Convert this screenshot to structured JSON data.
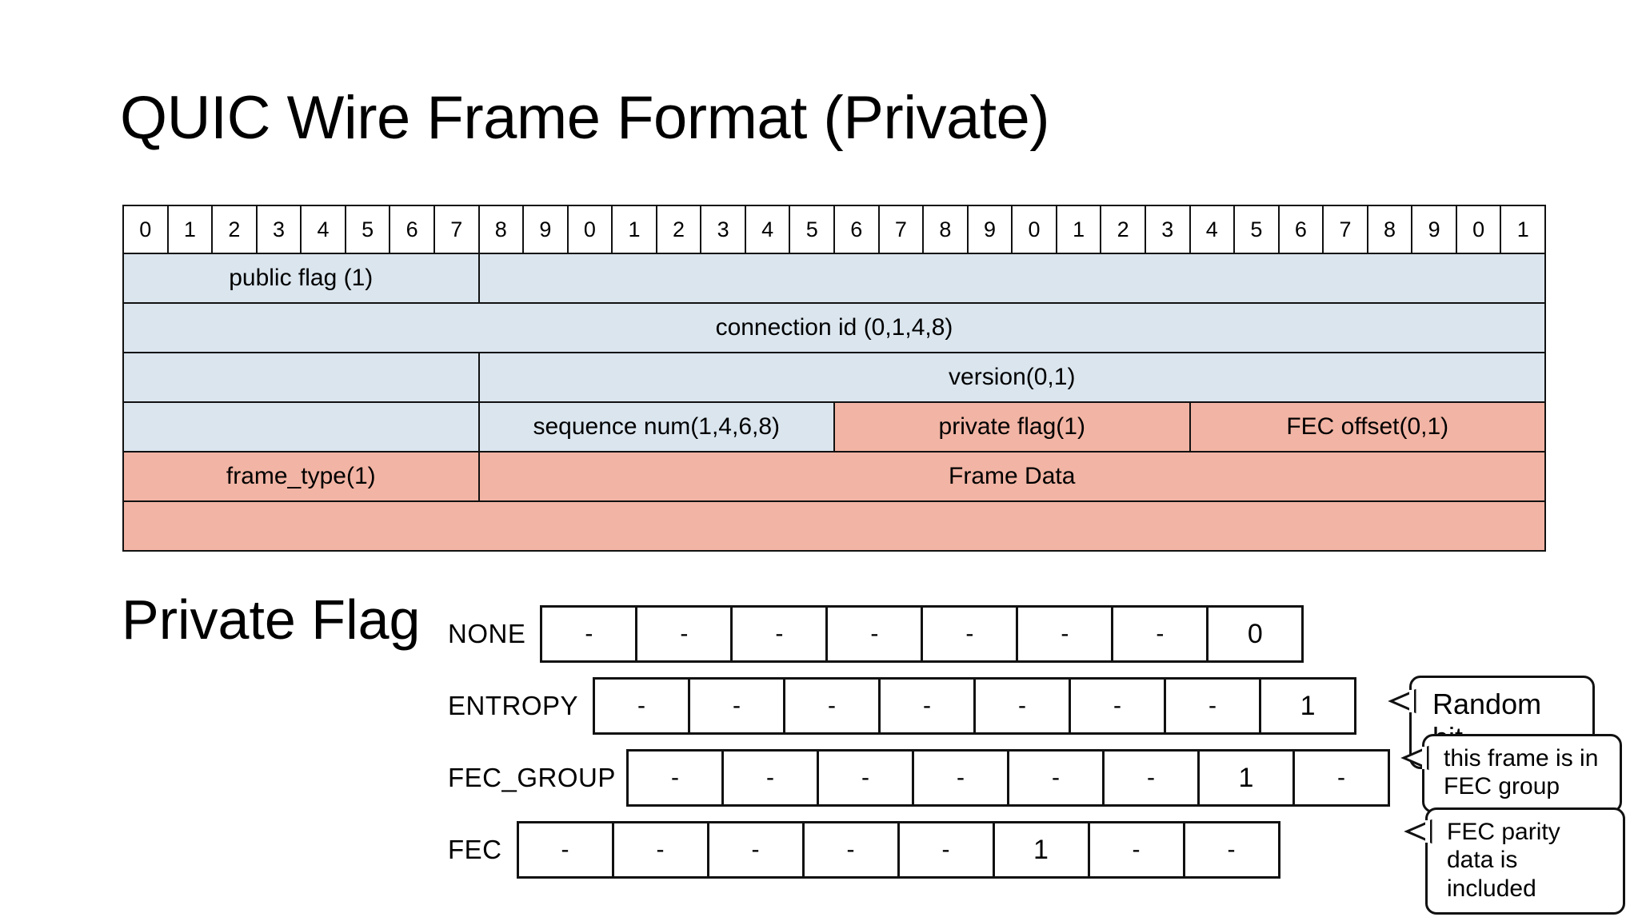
{
  "title": "QUIC Wire Frame Format (Private)",
  "colors": {
    "header_blue": "#dae5ee",
    "payload_salmon": "#f2b4a4",
    "border": "#111111"
  },
  "wire_table": {
    "bit_ruler": [
      "0",
      "1",
      "2",
      "3",
      "4",
      "5",
      "6",
      "7",
      "8",
      "9",
      "0",
      "1",
      "2",
      "3",
      "4",
      "5",
      "6",
      "7",
      "8",
      "9",
      "0",
      "1",
      "2",
      "3",
      "4",
      "5",
      "6",
      "7",
      "8",
      "9",
      "0",
      "1"
    ],
    "rows": [
      {
        "name": "public-flag-row",
        "cells": [
          {
            "label": "public flag (1)",
            "bits": 8,
            "fill": "blue"
          },
          {
            "label": "",
            "bits": 24,
            "fill": "blue"
          }
        ]
      },
      {
        "name": "connection-id-row",
        "cells": [
          {
            "label": "connection id (0,1,4,8)",
            "bits": 32,
            "fill": "blue"
          }
        ]
      },
      {
        "name": "version-row",
        "cells": [
          {
            "label": "",
            "bits": 8,
            "fill": "blue"
          },
          {
            "label": "version(0,1)",
            "bits": 24,
            "fill": "blue"
          }
        ]
      },
      {
        "name": "sequence-num-row",
        "cells": [
          {
            "label": "",
            "bits": 8,
            "fill": "blue"
          },
          {
            "label": "sequence num(1,4,6,8)",
            "bits": 8,
            "fill": "blue"
          },
          {
            "label": "private flag(1)",
            "bits": 8,
            "fill": "salmon"
          },
          {
            "label": "FEC offset(0,1)",
            "bits": 8,
            "fill": "salmon"
          }
        ]
      },
      {
        "name": "frame-type-row",
        "cells": [
          {
            "label": "frame_type(1)",
            "bits": 8,
            "fill": "salmon"
          },
          {
            "label": "Frame Data",
            "bits": 24,
            "fill": "salmon"
          }
        ]
      },
      {
        "name": "frame-data-continuation-row",
        "cells": [
          {
            "label": "",
            "bits": 32,
            "fill": "salmon"
          }
        ]
      }
    ]
  },
  "private_flag": {
    "heading": "Private Flag",
    "rows": [
      {
        "label": "NONE",
        "bits": [
          "-",
          "-",
          "-",
          "-",
          "-",
          "-",
          "-",
          "0"
        ]
      },
      {
        "label": "ENTROPY",
        "bits": [
          "-",
          "-",
          "-",
          "-",
          "-",
          "-",
          "-",
          "1"
        ]
      },
      {
        "label": "FEC_GROUP",
        "bits": [
          "-",
          "-",
          "-",
          "-",
          "-",
          "-",
          "1",
          "-"
        ]
      },
      {
        "label": "FEC",
        "bits": [
          "-",
          "-",
          "-",
          "-",
          "-",
          "1",
          "-",
          "-"
        ]
      }
    ],
    "callouts": [
      {
        "name": "callout-random-bit",
        "text": "Random bit",
        "target_row": "ENTROPY"
      },
      {
        "name": "callout-fec-group",
        "text": "this frame is in FEC group",
        "target_row": "FEC_GROUP"
      },
      {
        "name": "callout-fec-parity",
        "text": "FEC parity data is included",
        "target_row": "FEC"
      }
    ]
  }
}
